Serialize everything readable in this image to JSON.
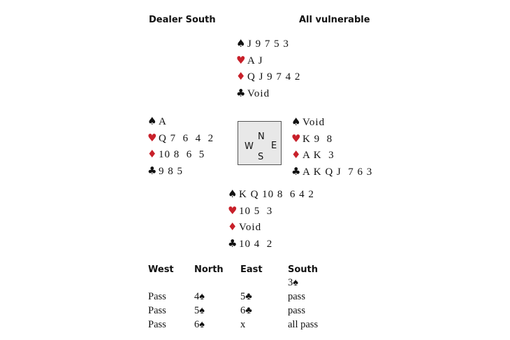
{
  "header": {
    "dealer": "Dealer South",
    "vulnerability": "All vulnerable"
  },
  "suits": {
    "spades": "♠",
    "hearts": "♥",
    "diamonds": "♦",
    "clubs": "♣"
  },
  "colors": {
    "red_suit": "#c8202a",
    "compass_bg": "#e8e8e8"
  },
  "hands": {
    "north": {
      "spades": "J 9 7 5 3",
      "hearts": "A J",
      "diamonds": "Q J 9 7 4 2",
      "clubs": "Void"
    },
    "west": {
      "spades": "A",
      "hearts": "Q 7  6  4  2",
      "diamonds": "10 8  6  5",
      "clubs": "9 8 5"
    },
    "east": {
      "spades": "Void",
      "hearts": "K 9  8",
      "diamonds": "A K  3",
      "clubs": "A K Q J  7 6 3"
    },
    "south": {
      "spades": "K Q 10 8  6 4 2",
      "hearts": "10 5  3",
      "diamonds": "Void",
      "clubs": "10 4  2"
    }
  },
  "compass": {
    "n": "N",
    "s": "S",
    "e": "E",
    "w": "W"
  },
  "auction": {
    "headers": [
      "West",
      "North",
      "East",
      "South"
    ],
    "rows": [
      [
        "",
        "",
        "",
        "3♠"
      ],
      [
        "Pass",
        "4♠",
        "5♣",
        "pass"
      ],
      [
        "Pass",
        "5♠",
        "6♣",
        "pass"
      ],
      [
        "Pass",
        "6♠",
        "x",
        "all pass"
      ]
    ]
  }
}
